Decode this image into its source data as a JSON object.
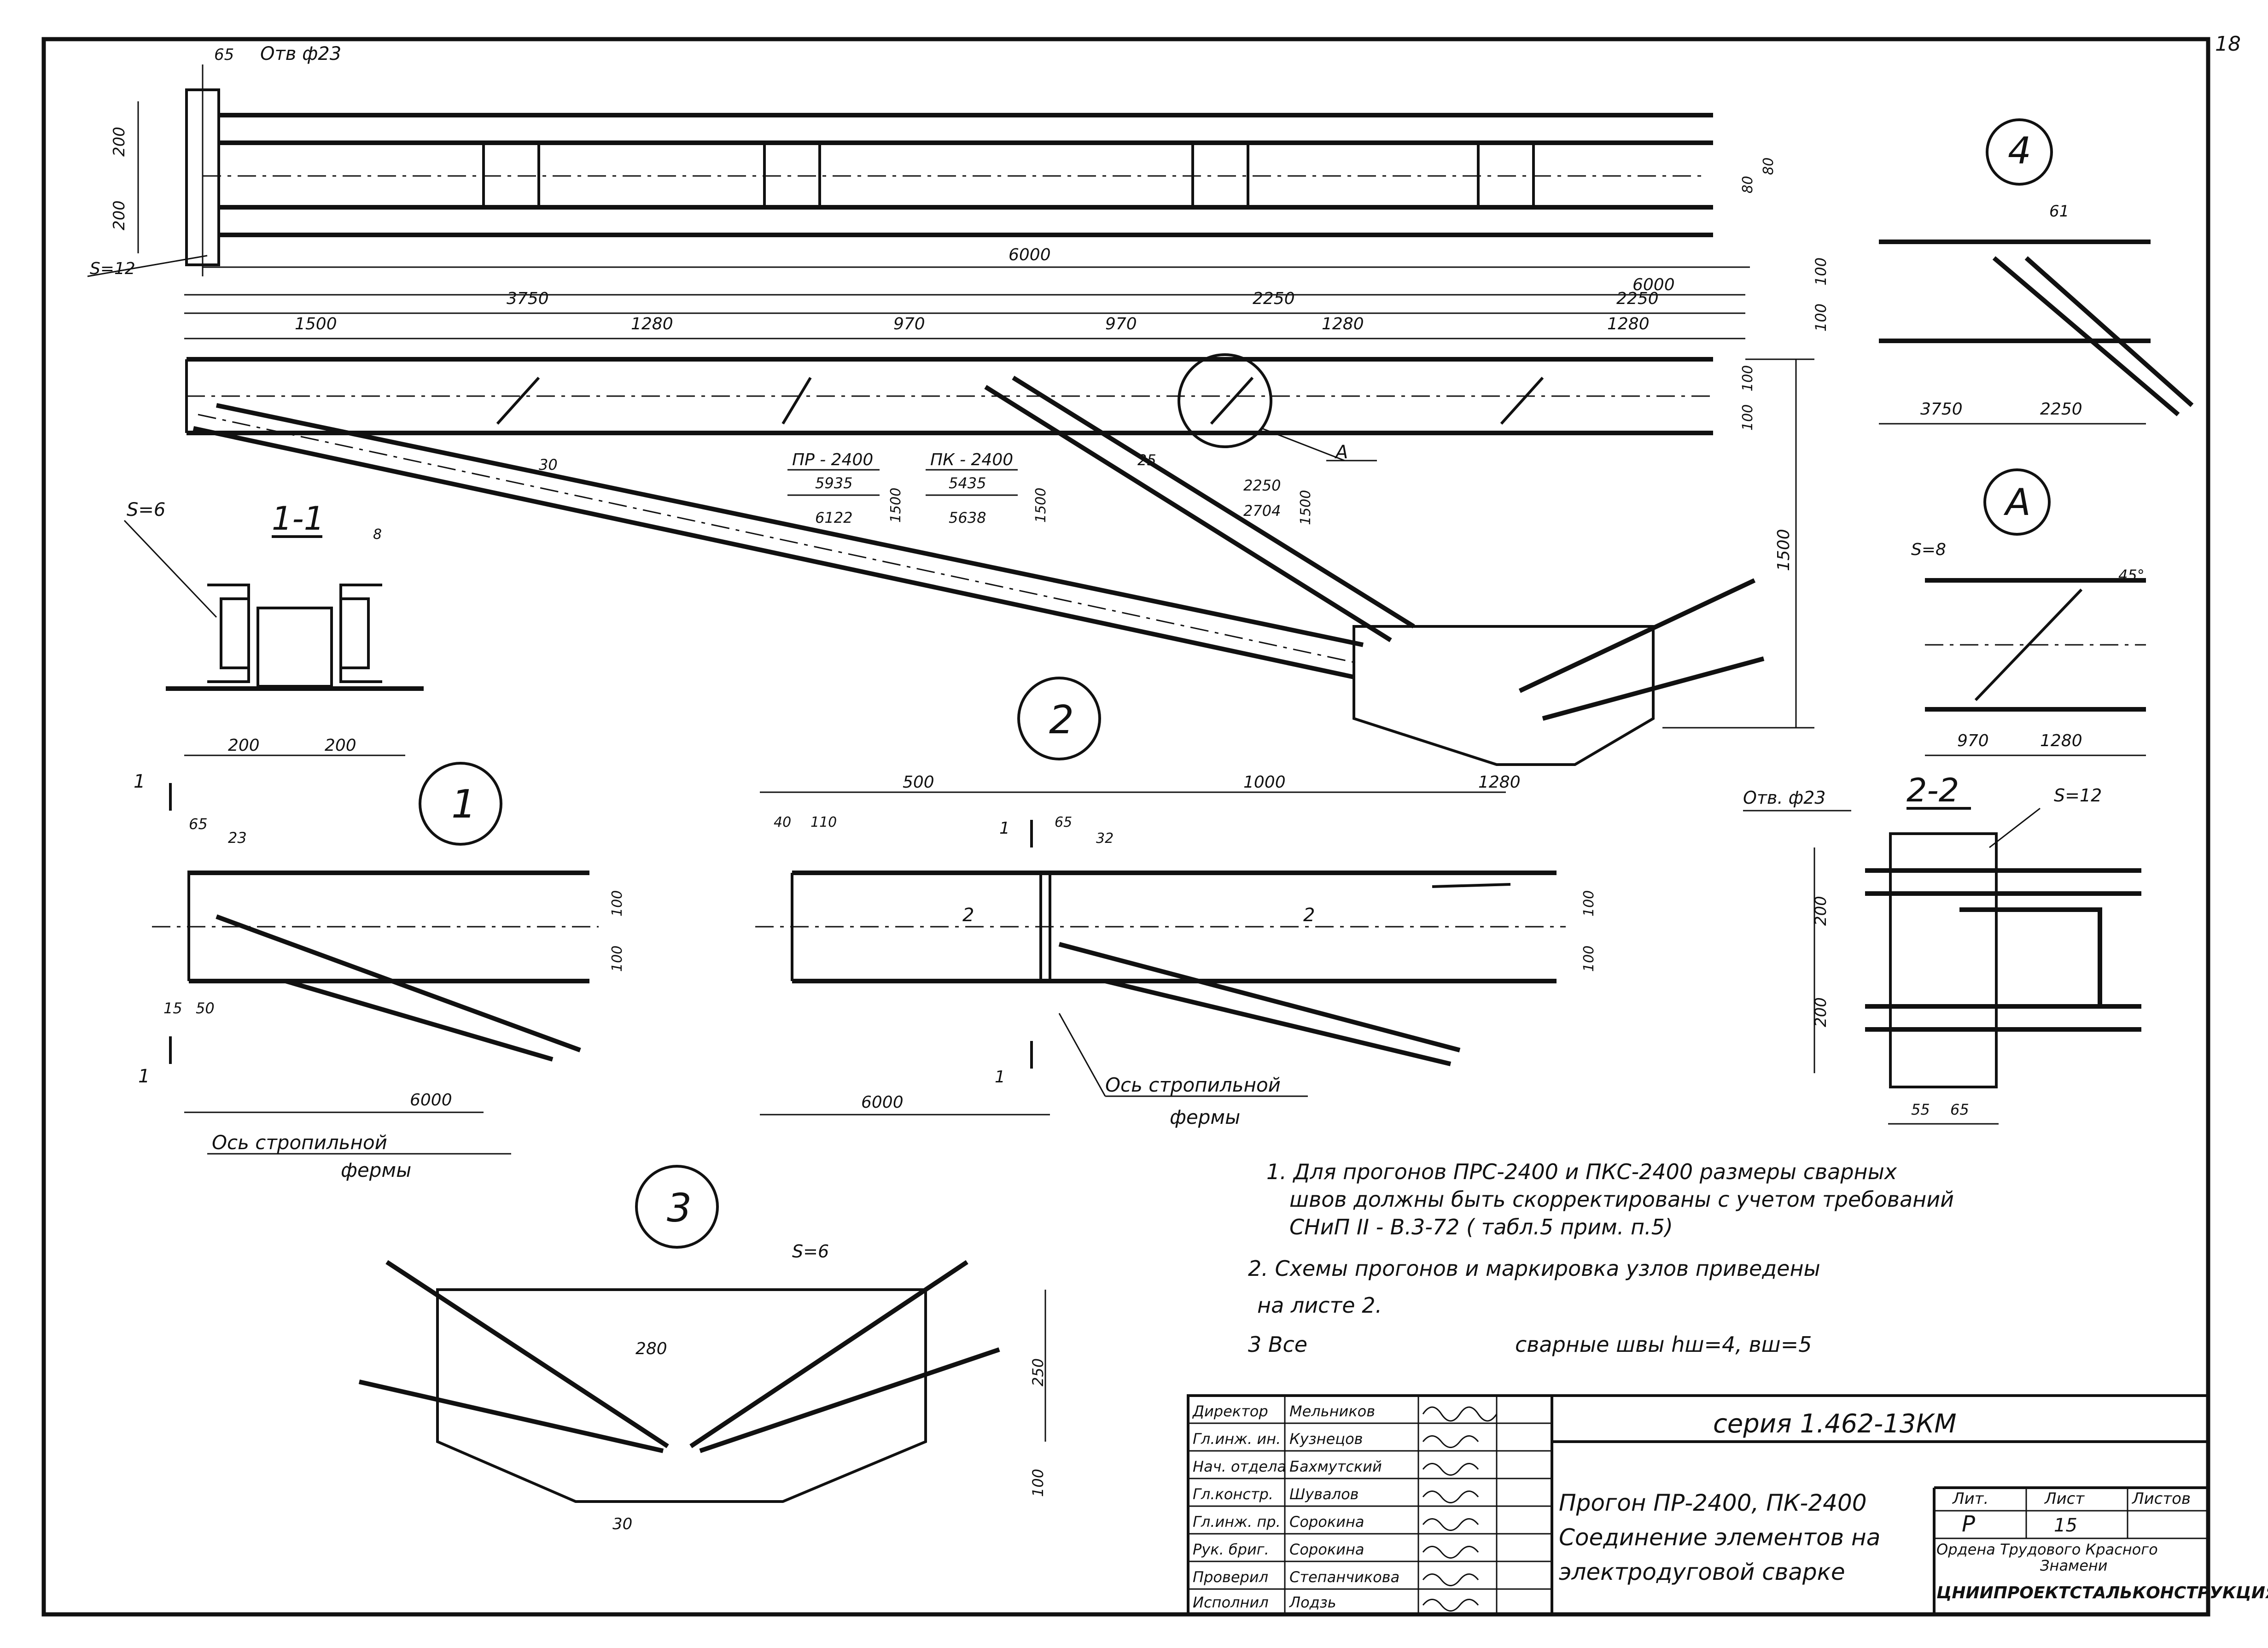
{
  "page": {
    "sheet_corner_number": "18"
  },
  "top_elevation": {
    "hole_label": "Отв ф23",
    "dim_top": "65",
    "dim_200_a": "200",
    "dim_200_b": "200",
    "dim_80_a": "80",
    "dim_80_b": "80",
    "plate": "S=12",
    "dim_6000": "6000"
  },
  "plan": {
    "dim_6000": "6000",
    "dim_3750": "3750",
    "dim_2250_a": "2250",
    "dim_2250_b": "2250",
    "dim_1500": "1500",
    "dim_1280_a": "1280",
    "dim_970_a": "970",
    "dim_970_b": "970",
    "dim_1280_b": "1280",
    "dim_1280_c": "1280",
    "dim_100_a": "100",
    "dim_100_b": "100",
    "dim_1500_vert": "1500",
    "dim_30": "30",
    "dim_25": "25",
    "callout_a": "А",
    "pr_label": "ПР - 2400",
    "pr_v1": "5935",
    "pr_v2": "6122",
    "pr_v3": "1500",
    "pk_label": "ПК - 2400",
    "pk_v1": "5435",
    "pk_v2": "5638",
    "pk_v3": "1500",
    "r_v1": "2250",
    "r_v2": "2704",
    "r_v3": "1500"
  },
  "section_11": {
    "title": "1-1",
    "plate": "S=6",
    "weld": "8",
    "dim_a": "200",
    "dim_b": "200"
  },
  "detail_4": {
    "num": "4",
    "dim_61": "61",
    "dim_100_a": "100",
    "dim_100_b": "100",
    "dim_3750": "3750",
    "dim_2250": "2250"
  },
  "detail_a": {
    "num": "А",
    "plate": "S=8",
    "angle": "45°",
    "dim_970": "970",
    "dim_1280": "1280"
  },
  "detail_1": {
    "num": "1",
    "cut_a": "1",
    "cut_b": "1",
    "dim_65": "65",
    "dim_23": "23",
    "dim_15": "15",
    "dim_50": "50",
    "dim_100_a": "100",
    "dim_100_b": "100",
    "dim_6000": "6000",
    "axis_l1": "Ось стропильной",
    "axis_l2": "фермы"
  },
  "detail_2": {
    "num": "2",
    "dim_500": "500",
    "dim_1000": "1000",
    "dim_40": "40",
    "dim_110": "110",
    "dim_65": "65",
    "dim_32": "32",
    "dim_1280": "1280",
    "dim_100_a": "100",
    "dim_100_b": "100",
    "dim_6000": "6000",
    "cut_1a": "1",
    "cut_1b": "1",
    "cut_2a": "2",
    "cut_2b": "2",
    "axis_l1": "Ось стропильной",
    "axis_l2": "фермы"
  },
  "section_22": {
    "title": "2-2",
    "hole": "Отв. ф23",
    "plate": "S=12",
    "dim_200_a": "200",
    "dim_200_b": "200",
    "dim_55": "55",
    "dim_65": "65"
  },
  "detail_3": {
    "num": "3",
    "plate": "S=6",
    "dim_280": "280",
    "dim_250": "250",
    "dim_100": "100",
    "dim_30": "30"
  },
  "notes": [
    "1. Для прогонов ПРС-2400 и ПКС-2400 размеры сварных",
    "швов должны быть скорректированы с учетом требований",
    "СНиП II - В.3-72 ( табл.5 прим. п.5)",
    "2. Схемы прогонов и маркировка узлов приведены",
    "на листе 2.",
    "3 Все",
    "сварные швы hш=4, вш=5"
  ],
  "title_block": {
    "roles": [
      "Директор",
      "Гл.инж. ин.",
      "Нач. отдела",
      "Гл.констр.",
      "Гл.инж. пр.",
      "Рук. бриг.",
      "Проверил",
      "Исполнил"
    ],
    "names": [
      "Мельников",
      "Кузнецов",
      "Бахмутский",
      "Шувалов",
      "Сорокина",
      "Сорокина",
      "Степанчикова",
      "Лодзь"
    ],
    "series": "серия 1.462-13КМ",
    "title_l1": "Прогон ПР-2400, ПК-2400",
    "title_l2": "Соединение элементов на",
    "title_l3": "электродуговой сварке",
    "lit_h": "Лит.",
    "sheet_h": "Лист",
    "sheets_h": "Листов",
    "lit_v": "Р",
    "sheet_v": "15",
    "org_l1": "Ордена Трудового Красного",
    "org_l2": "Знамени",
    "org_l3": "ЦНИИПРОЕКТСТАЛЬКОНСТРУКЦИЯ"
  }
}
